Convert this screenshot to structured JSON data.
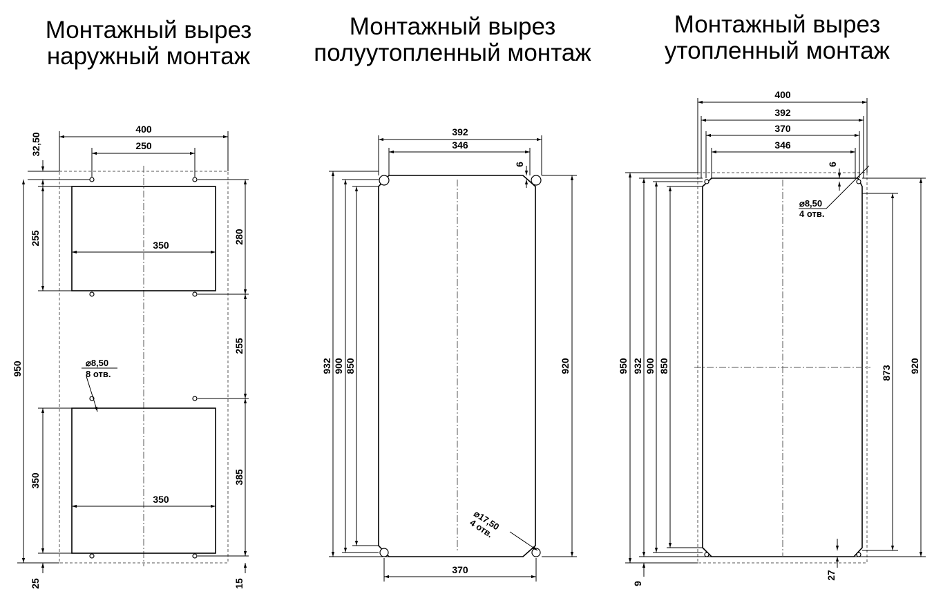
{
  "titles": {
    "surface": {
      "line1": "Монтажный вырез",
      "line2": "наружный монтаж"
    },
    "semi_flush": {
      "line1": "Монтажный вырез",
      "line2": "полуутопленный монтаж"
    },
    "flush": {
      "line1": "Монтажный вырез",
      "line2": "утопленный монтаж"
    }
  },
  "surface": {
    "dims": {
      "w400": "400",
      "w250": "250",
      "top_offset": "32,50",
      "h255_left": "255",
      "w350_upper": "350",
      "h280": "280",
      "h255_right": "255",
      "h950": "950",
      "h350_left": "350",
      "w350_lower": "350",
      "h385": "385",
      "b25": "25",
      "b15": "15"
    },
    "hole_note": {
      "diameter": "⌀8,50",
      "count": "8 отв."
    }
  },
  "semi_flush": {
    "dims": {
      "w392": "392",
      "w346": "346",
      "d6": "6",
      "h932": "932",
      "h900": "900",
      "h850": "850",
      "h920": "920",
      "w370": "370"
    },
    "hole_note": {
      "diameter": "⌀17,50",
      "count": "4 отв."
    }
  },
  "flush": {
    "dims": {
      "w400": "400",
      "w392": "392",
      "w370": "370",
      "w346": "346",
      "d6": "6",
      "h950": "950",
      "h932": "932",
      "h900": "900",
      "h850": "850",
      "h873": "873",
      "h920": "920",
      "b9": "9",
      "b27": "27"
    },
    "hole_note": {
      "diameter": "⌀8,50",
      "count": "4 отв."
    }
  }
}
